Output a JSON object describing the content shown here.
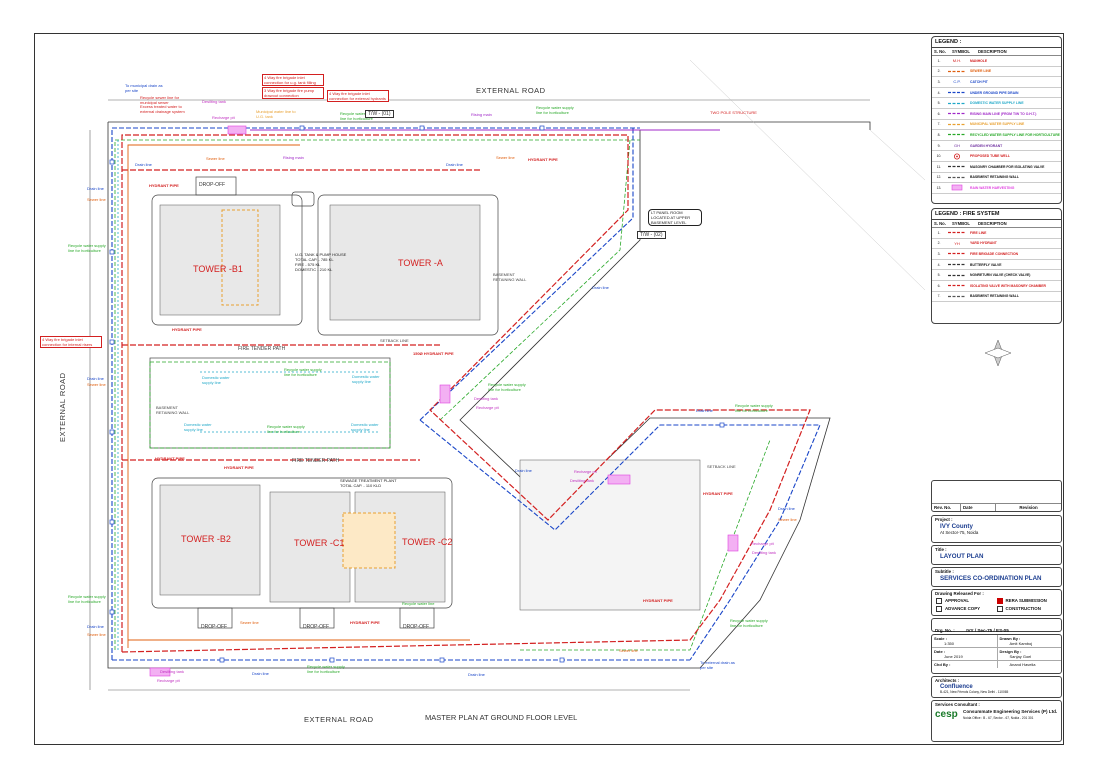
{
  "drawing": {
    "roads": {
      "top": "EXTERNAL ROAD",
      "bottom": "EXTERNAL ROAD",
      "left": "EXTERNAL ROAD"
    },
    "plan_title": "MASTER PLAN AT GROUND FLOOR LEVEL",
    "towers": [
      "TOWER -B1",
      "TOWER -A",
      "TOWER -B2",
      "TOWER -C1",
      "TOWER -C2"
    ],
    "drop_off": "DROP-OFF",
    "fire_tender_path": "FIRE TENDER PATH",
    "setback_line": "SETBACK LINE",
    "basement_retaining_wall": "BASEMENT RETAINING WALL",
    "ugt_label": [
      "U.G. TANK & PUMP HOUSE",
      "TOTAL CAP. - 785 KL",
      "FIRE - 575 KL",
      "DOMESTIC - 210 KL"
    ],
    "stp_label": [
      "SEWAGE TREATMENT PLANT",
      "TOTAL CAP. - 110 KLD"
    ],
    "pipe_labels": {
      "hydrant": "HYDRANT PIPE",
      "hydrant_150": "150Ø HYDRANT PIPE",
      "sewer": "Sewer line",
      "drain": "Drain line",
      "rising": "Rising main",
      "recycle": "Recycle water supply line for horticulture",
      "domestic": "Domestic water supply line",
      "recycle_short": "Recycle water line",
      "recharge": "Recharge pit",
      "desilting": "Desilting tank",
      "municipal_drain": "To municipal drain as per site",
      "external_drain": "To external drain as per site",
      "municipal_sewer": "Municipal water line to U.G. tank",
      "tw": "T/W - (01)",
      "tw2": "T/W - (02)"
    },
    "callouts": [
      "4 Way fire brigade inlet connection for u.g. tank filling",
      "3 Way fire brigade fire pump drawout connection",
      "4 Way fire brigade inlet connection for external hydrants",
      "4 Way fire brigade inlet connection for internal risers"
    ],
    "notes": [
      "Excess treated water to external drainage system",
      "Recycle sewer line for municipal sewer",
      "LT PANEL ROOM LOCATED AT UPPER BASEMENT LEVEL",
      "TWO POLE STRUCTURE"
    ]
  },
  "legend": {
    "title": "LEGEND :",
    "headers": [
      "S. No.",
      "SYMBOL",
      "DESCRIPTION"
    ],
    "items": [
      {
        "no": "1.",
        "sym": "M.H.",
        "color": "#d32020",
        "desc": "MANHOLE"
      },
      {
        "no": "2.",
        "sym": "line",
        "color": "#e06010",
        "desc": "SEWER LINE"
      },
      {
        "no": "3.",
        "sym": "C.P.",
        "color": "#1a46c8",
        "desc": "CATCH PIT"
      },
      {
        "no": "4.",
        "sym": "line",
        "color": "#1a46c8",
        "desc": "UNDER GROUND PIPE DRAIN"
      },
      {
        "no": "5.",
        "sym": "line",
        "color": "#20a8c8",
        "desc": "DOMESTIC WATER SUPPLY LINE"
      },
      {
        "no": "6.",
        "sym": "line",
        "color": "#a028c8",
        "desc": "RISING MAIN LINE (FROM T/W TO O.H.T.)"
      },
      {
        "no": "7.",
        "sym": "line",
        "color": "#e8a030",
        "desc": "MUNICIPAL WATER SUPPLY LINE"
      },
      {
        "no": "8.",
        "sym": "line",
        "color": "#28a828",
        "desc": "RECYCLED WATER SUPPLY LINE FOR HORTICULTURE"
      },
      {
        "no": "9.",
        "sym": "GH",
        "color": "#7030a0",
        "desc": "GARDEN HYDRANT"
      },
      {
        "no": "10.",
        "sym": "ring",
        "color": "#d32020",
        "desc": "PROPOSED TUBE WELL"
      },
      {
        "no": "11.",
        "sym": "line",
        "color": "#333333",
        "desc": "MASONRY CHAMBER FOR ISOLATING VALVE"
      },
      {
        "no": "12.",
        "sym": "line",
        "color": "#555555",
        "desc": "BASEMENT RETAINING WALL"
      },
      {
        "no": "13.",
        "sym": "box",
        "color": "#e040e0",
        "desc": "RAIN WATER HARVESTING"
      }
    ]
  },
  "fire_legend": {
    "title": "LEGEND : FIRE SYSTEM",
    "headers": [
      "S. No.",
      "SYMBOL",
      "DESCRIPTION"
    ],
    "items": [
      {
        "no": "1.",
        "sym": "line",
        "color": "#d32020",
        "desc": "FIRE LINE"
      },
      {
        "no": "2.",
        "sym": "YH",
        "color": "#d32020",
        "desc": "YARD HYDRANT"
      },
      {
        "no": "3.",
        "sym": "line",
        "color": "#d32020",
        "desc": "FIRE BRIGADE CONNECTION"
      },
      {
        "no": "4.",
        "sym": "line",
        "color": "#333333",
        "desc": "BUTTERFLY VALVE"
      },
      {
        "no": "5.",
        "sym": "line",
        "color": "#333333",
        "desc": "NONRETURN VALVE (CHECK VALVE)"
      },
      {
        "no": "6.",
        "sym": "line",
        "color": "#d32020",
        "desc": "ISOLATING VALVE WITH MASONRY CHAMBER"
      },
      {
        "no": "7.",
        "sym": "line",
        "color": "#555555",
        "desc": "BASEMENT RETAINING WALL"
      }
    ]
  },
  "title_block": {
    "rev_headers": [
      "Rev. No.",
      "Date",
      "Revision"
    ],
    "project_label": "Project :",
    "project_name": "IVY County",
    "project_location": "At Sector-75, Noida",
    "title_label": "Title :",
    "title": "LAYOUT PLAN",
    "subtitle_label": "Subtitle :",
    "subtitle": "SERVICES CO-ORDINATION PLAN",
    "released_label": "Drawing Released For :",
    "release_options": [
      {
        "label": "APPROVAL",
        "checked": false
      },
      {
        "label": "RERA SUBMISSION",
        "checked": true
      },
      {
        "label": "ADVANCE COPY",
        "checked": false
      },
      {
        "label": "CONSTRUCTION",
        "checked": false
      }
    ],
    "drg_no_label": "Drg. No. :",
    "drg_no": "IVY / Sec-75 / ES-05",
    "scale_label": "Scale :",
    "scale": "1:350",
    "drawn_by_label": "Drawn By :",
    "drawn_by": "Amit Kamboj",
    "date_label": "Date :",
    "date": "June  2019",
    "design_by_label": "Design By :",
    "design_by": "Sanjay Goel",
    "chkd_by_label": "Chd By :",
    "chkd_by": "Anand Havelia",
    "architects_label": "Architects :",
    "architect": "Confluence",
    "architect_address": "B-421, New Friends Colony, New Delhi - 110065",
    "consultant_label": "Services Consultant :",
    "consultant": "Consummate Engineering Services (P) Ltd.",
    "consultant_logo": "cesp",
    "consultant_address": "Noida Office : B - 67, Sector - 67, Noida - 201 301"
  }
}
